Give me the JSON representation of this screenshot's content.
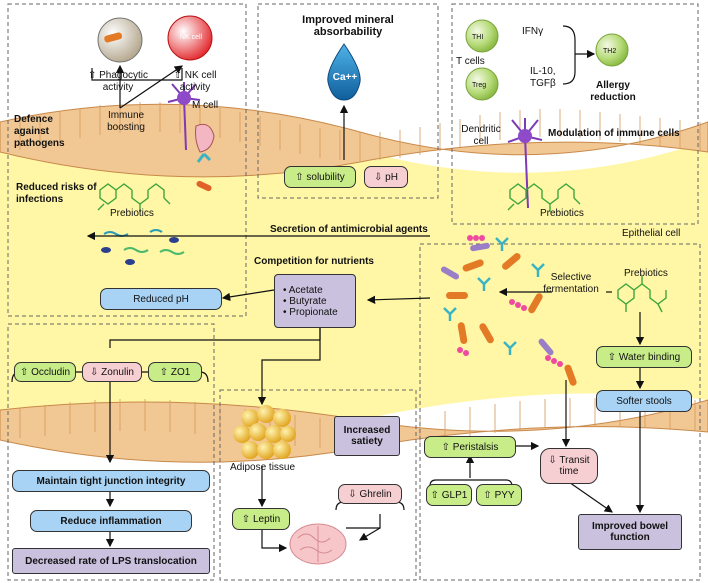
{
  "colors": {
    "intestine_bg": "#fff7a6",
    "green": "#c7ec88",
    "pink": "#f6cfd3",
    "blue": "#a9d3f4",
    "purple": "#c9c1dd"
  },
  "immune": {
    "defence": "Defence against pathogens",
    "phagocytic": "⇧ Phagocytic activity",
    "nk_activity": "⇧ NK cell activity",
    "nk_cell": "NK cell",
    "immune_boosting": "Immune boosting",
    "m_cell": "M cell"
  },
  "mineral": {
    "title": "Improved mineral absorbability",
    "ca": "Ca++",
    "solubility": "⇧ solubility",
    "ph": "⇩ pH"
  },
  "allergy": {
    "ifn": "IFNγ",
    "t_cells": "T cells",
    "th1": "THI",
    "treg": "Treg",
    "th2": "TH2",
    "il": "IL-10,",
    "tgf": "TGFβ",
    "reduction": "Allergy reduction",
    "dendritic": "Dendritic cell",
    "modulation": "Modulation of immune cells",
    "prebiotics": "Prebiotics"
  },
  "left": {
    "reduced_risks": "Reduced risks of infections",
    "prebiotics": "Prebiotics"
  },
  "middle": {
    "antimicrobial": "Secretion of antimicrobial agents",
    "competition": "Competition for nutrients",
    "reduced_ph": "Reduced pH",
    "scfa": [
      "Acetate",
      "Butyrate",
      "Propionate"
    ]
  },
  "epithelial": "Epithelial cell",
  "right": {
    "selective": "Selective fermentation",
    "prebiotics": "Prebiotics",
    "water": "⇧ Water binding",
    "softer": "Softer stools"
  },
  "junction": {
    "occludin": "⇧ Occludin",
    "zonulin": "⇩ Zonulin",
    "zo1": "⇧ ZO1",
    "maintain": "Maintain tight junction integrity",
    "inflammation": "Reduce inflammation",
    "lps": "Decreased rate of LPS translocation"
  },
  "metabolic": {
    "adipose": "Adipose tissue",
    "leptin": "⇧ Leptin",
    "satiety": "Increased satiety",
    "ghrelin": "⇩ Ghrelin"
  },
  "bowel": {
    "peristalsis": "⇧ Peristalsis",
    "glp1": "⇧ GLP1",
    "pyy": "⇧ PYY",
    "transit": "⇩ Transit time",
    "improved": "Improved bowel function"
  }
}
